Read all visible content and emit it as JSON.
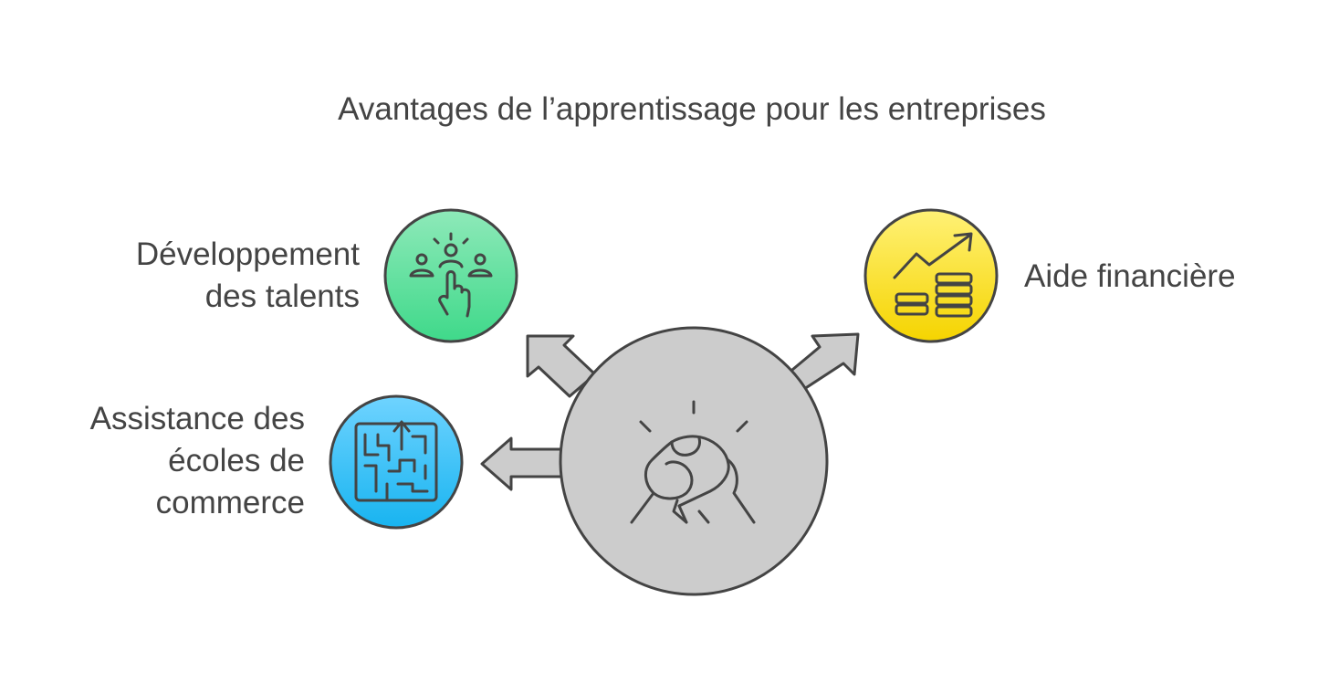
{
  "title": "Avantages de l’apprentissage pour les entreprises",
  "center": {
    "icon": "handshake-icon",
    "color": "#cccccc"
  },
  "nodes": [
    {
      "id": "talents",
      "label_lines": [
        "Développement",
        "des talents"
      ],
      "icon": "team-selection-icon",
      "colors": [
        "#8ee9b9",
        "#3fd98a"
      ]
    },
    {
      "id": "schools",
      "label_lines": [
        "Assistance des",
        "écoles de",
        "commerce"
      ],
      "icon": "maze-icon",
      "colors": [
        "#6fd3ff",
        "#18b4f0"
      ]
    },
    {
      "id": "finance",
      "label_lines": [
        "Aide financière"
      ],
      "icon": "growth-coins-icon",
      "colors": [
        "#fff176",
        "#f5d400"
      ]
    }
  ],
  "colors": {
    "stroke": "#444444",
    "text": "#444444"
  }
}
